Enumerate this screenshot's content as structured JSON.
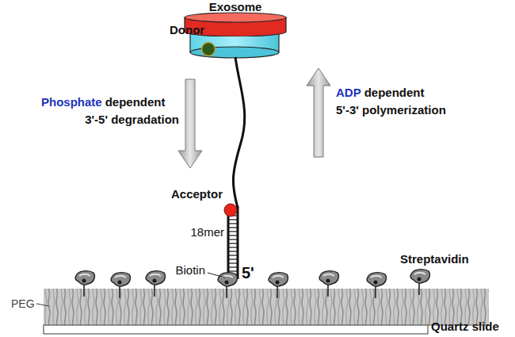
{
  "diagram": {
    "nodes": [
      {
        "text": [
          "Exosome"
        ]
      }
    ],
    "labels": [
      "Donor",
      "Phosphate",
      "dependent",
      "3'-5' degradation",
      "ADP",
      "dependent",
      "5'-3' polymerization",
      "Acceptor",
      "18mer",
      "Biotin",
      "5'",
      "Streptavidin",
      "PEG",
      "Quartz slide"
    ]
  }
}
